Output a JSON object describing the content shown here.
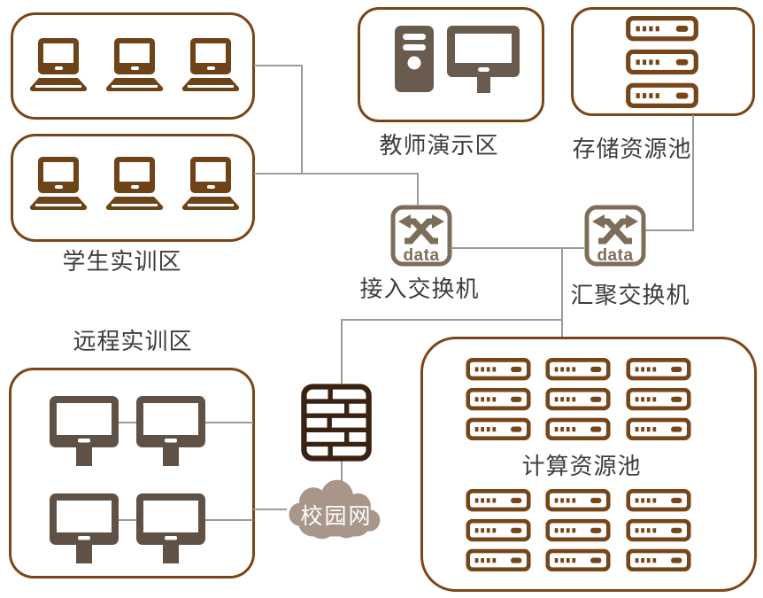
{
  "zones": {
    "student_area": {
      "label": "学生实训区"
    },
    "teacher_area": {
      "label": "教师演示区"
    },
    "storage_pool": {
      "label": "存储资源池"
    },
    "remote_area": {
      "label": "远程实训区"
    },
    "compute_pool": {
      "label": "计算资源池"
    }
  },
  "devices": {
    "access_switch": {
      "label": "接入交换机",
      "badge": "data"
    },
    "aggregation_switch": {
      "label": "汇聚交换机",
      "badge": "data"
    },
    "campus_network": {
      "label": "校园网"
    }
  },
  "counts": {
    "student_laptops": 6,
    "remote_workstations": 4,
    "storage_servers": 3,
    "compute_servers": 18
  },
  "colors": {
    "zone_border": "#7b4517",
    "device_brown": "#6f4318",
    "server_brown": "#774618",
    "switch_taupe": "#7d6e5b",
    "teacher_taupe": "#695b4e",
    "monitor_taupe": "#5f5146",
    "cloud_fill": "#a9968a",
    "firewall_dark": "#3a2213",
    "connector_gray": "#9a9a9a",
    "label_text": "#3d3d3d"
  }
}
